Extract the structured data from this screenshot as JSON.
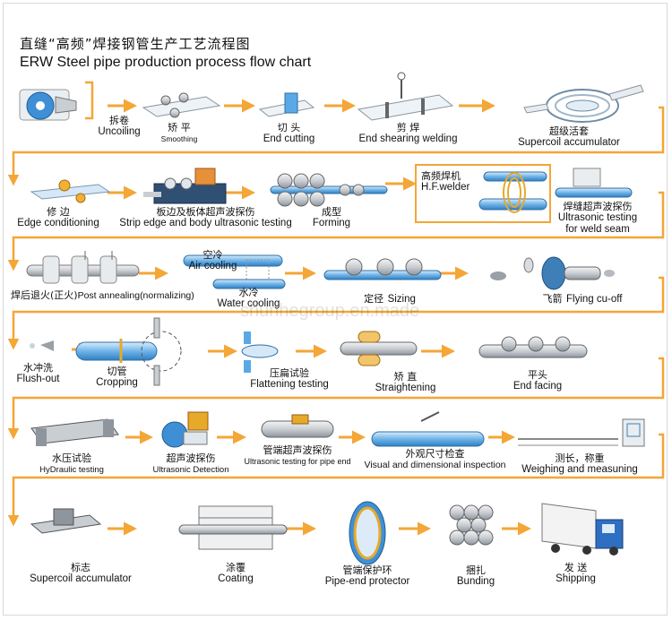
{
  "header": {
    "title_cn": "直缝“高频”焊接钢管生产工艺流程图",
    "title_en": "ERW Steel pipe production process flow chart"
  },
  "watermark": "shunhegroup.en.made",
  "colors": {
    "arrow": "#f4a636",
    "pipe": "#5aa9e6",
    "line": "#f4a636"
  },
  "steps": {
    "uncoiling": {
      "cn": "拆卷",
      "en": "Uncoiling"
    },
    "smoothing": {
      "cn": "矫 平",
      "en": "Smoothing"
    },
    "end_cutting": {
      "cn": "切 头",
      "en": "End cutting"
    },
    "end_shearing": {
      "cn": "剪 焊",
      "en": "End shearing welding"
    },
    "supercoil": {
      "cn": "超级活套",
      "en": "Supercoil accumulator"
    },
    "edge_conditioning": {
      "cn": "修 边",
      "en": "Edge conditioning"
    },
    "strip_ut": {
      "cn": "板边及板体超声波探伤",
      "en": "Strip edge and body ultrasonic testing"
    },
    "forming": {
      "cn": "成型",
      "en": "Forming"
    },
    "hf_welder": {
      "cn": "高频焊机",
      "en": "H.F.welder"
    },
    "weld_ut": {
      "cn": "焊缝超声波探伤",
      "en": "Ultrasonic testing",
      "en2": "for weld seam"
    },
    "post_annealing": {
      "cn": "焊后退火(正火)",
      "en": "Post annealing(normalizing)"
    },
    "air_cooling": {
      "cn": "空冷",
      "en": "Air cooling"
    },
    "water_cooling": {
      "cn": "水冷",
      "en": "Water cooling"
    },
    "sizing": {
      "cn": "定径",
      "en": "Sizing"
    },
    "flying_cut": {
      "cn": "飞箭",
      "en": "Flying cu-off"
    },
    "flush_out": {
      "cn": "水冲洗",
      "en": "Flush-out"
    },
    "cropping": {
      "cn": "切管",
      "en": "Cropping"
    },
    "flattening": {
      "cn": "压扁试验",
      "en": "Flattening testing"
    },
    "straightening": {
      "cn": "矫 直",
      "en": "Straightening"
    },
    "end_facing": {
      "cn": "平头",
      "en": "End facing"
    },
    "hydraulic": {
      "cn": "水压试验",
      "en": "HyDraulic testing"
    },
    "ut_detection": {
      "cn": "超声波探伤",
      "en": "Ultrasonic Detection"
    },
    "pipe_end_ut": {
      "cn": "管端超声波探伤",
      "en": "Ultrasonic testing for pipe end"
    },
    "visual": {
      "cn": "外观尺寸检查",
      "en": "Visual and dimensional inspection"
    },
    "weighing": {
      "cn": "测长，称重",
      "en": "Weighing and measuning"
    },
    "marking": {
      "cn": "标志",
      "en": "Supercoil accumulator"
    },
    "coating": {
      "cn": "涂覆",
      "en": "Coating"
    },
    "protector": {
      "cn": "管端保护环",
      "en": "Pipe-end protector"
    },
    "bunding": {
      "cn": "捆扎",
      "en": "Bunding"
    },
    "shipping": {
      "cn": "发 送",
      "en": "Shipping"
    }
  }
}
